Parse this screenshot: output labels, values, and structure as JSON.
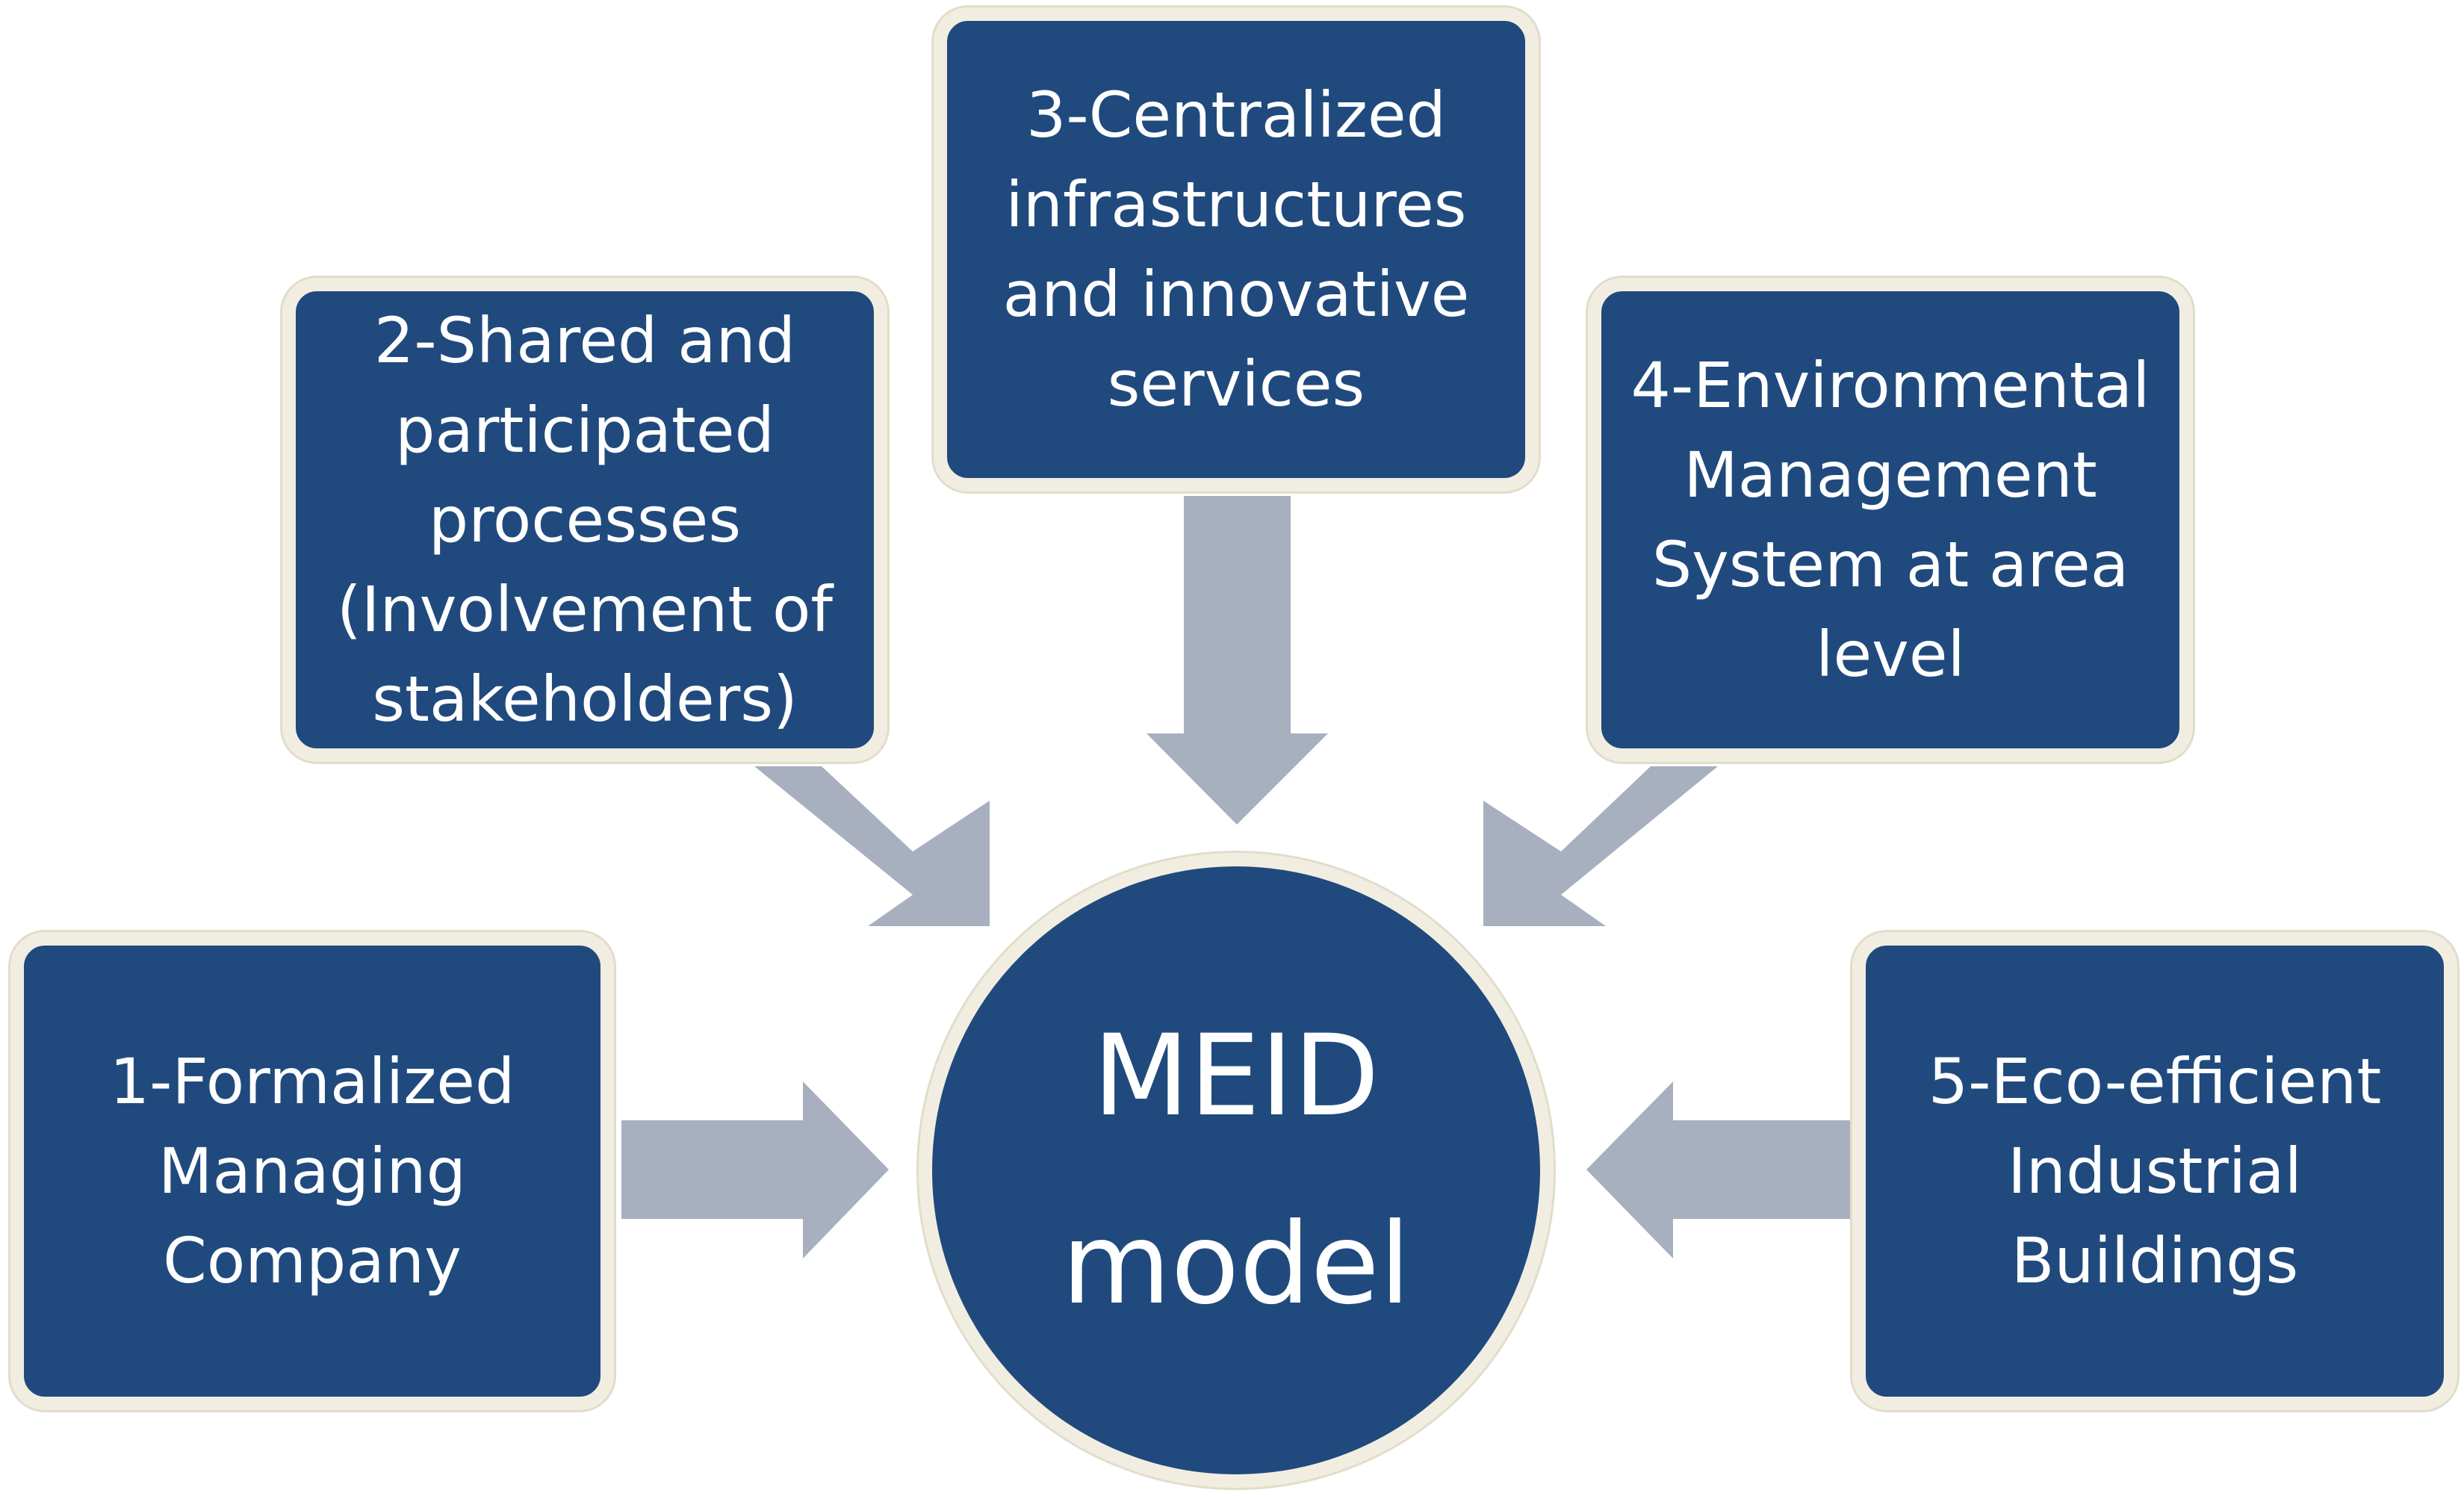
{
  "diagram": {
    "center": {
      "label": "MEID\nmodel"
    },
    "boxes": [
      {
        "label": "1-Formalized\nManaging\nCompany"
      },
      {
        "label": "2-Shared and\nparticipated\nprocesses\n(Involvement of\nstakeholders)"
      },
      {
        "label": "3-Centralized\ninfrastructures\nand innovative\nservices"
      },
      {
        "label": "4-Environmental\nManagement\nSystem at area\nlevel"
      },
      {
        "label": "5-Eco-efficient\nIndustrial\nBuildings"
      }
    ],
    "colors": {
      "box_fill": "#204a7e",
      "box_border": "#f1eee1",
      "arrow": "#a8afbf",
      "text": "#ffffff"
    }
  }
}
